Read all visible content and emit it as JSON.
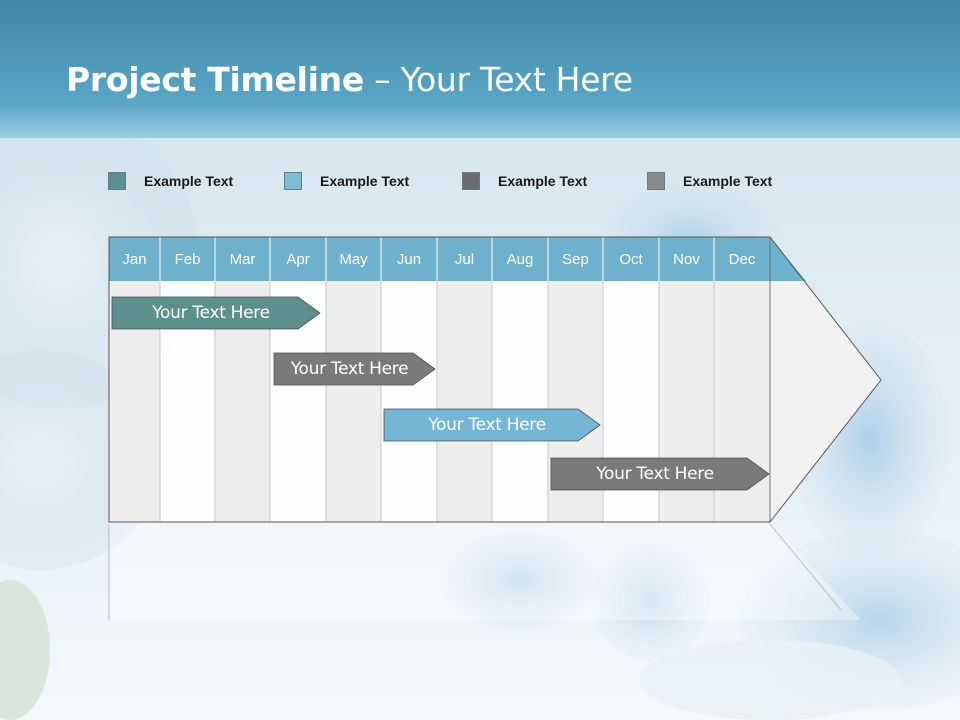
{
  "title": {
    "bold": "Project Timeline",
    "rest": " – Your Text Here"
  },
  "legend": [
    {
      "label": "Example Text",
      "color": "#5e8f8f"
    },
    {
      "label": "Example Text",
      "color": "#7dbcd6"
    },
    {
      "label": "Example Text",
      "color": "#6b6b6b"
    },
    {
      "label": "Example Text",
      "color": "#8a8a8a"
    }
  ],
  "months": [
    "Jan",
    "Feb",
    "Mar",
    "Apr",
    "May",
    "Jun",
    "Jul",
    "Aug",
    "Sep",
    "Oct",
    "Nov",
    "Dec"
  ],
  "tasks": [
    {
      "label": "Your  Text Here",
      "start_month": "Jan",
      "end_month": "Apr",
      "color": "#5e8f8f"
    },
    {
      "label": "Your  Text Here",
      "start_month": "Apr",
      "end_month": "Jun",
      "color": "#7a7a7a"
    },
    {
      "label": "Your  Text Here",
      "start_month": "Jun",
      "end_month": "Sep",
      "color": "#74b6d4"
    },
    {
      "label": "Your  Text Here",
      "start_month": "Sep",
      "end_month": "Dec",
      "color": "#7a7a7a"
    }
  ],
  "colors": {
    "header_bar": "#6fb0cc",
    "banner": "#4c97b8",
    "grid_shade": "#eeeeee"
  }
}
